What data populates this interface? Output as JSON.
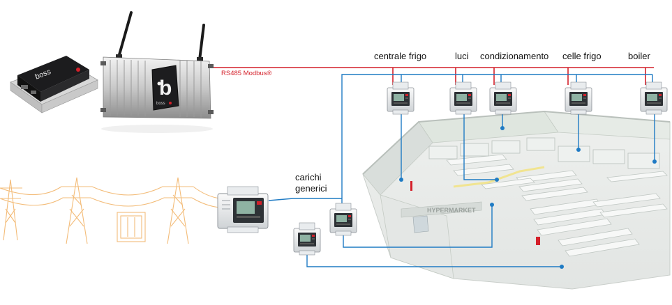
{
  "bus": {
    "label": "RS485 Modbus®"
  },
  "loads": [
    {
      "id": "centrale",
      "label": "centrale frigo"
    },
    {
      "id": "luci",
      "label": "luci"
    },
    {
      "id": "cond",
      "label": "condizionamento"
    },
    {
      "id": "celle",
      "label": "celle frigo"
    },
    {
      "id": "boiler",
      "label": "boiler"
    }
  ],
  "generic": {
    "label_line1": "carichi",
    "label_line2": "generici"
  },
  "devices": {
    "boss_mini": {
      "logo": "boss"
    },
    "boss_server": {
      "logo": "boss",
      "badge": "b"
    }
  },
  "building": {
    "sign": "HYPERMARKET"
  },
  "colors": {
    "bus_red": "#d4202a",
    "link_blue": "#1f7bc4",
    "pylon_orange": "#f2b56b"
  }
}
